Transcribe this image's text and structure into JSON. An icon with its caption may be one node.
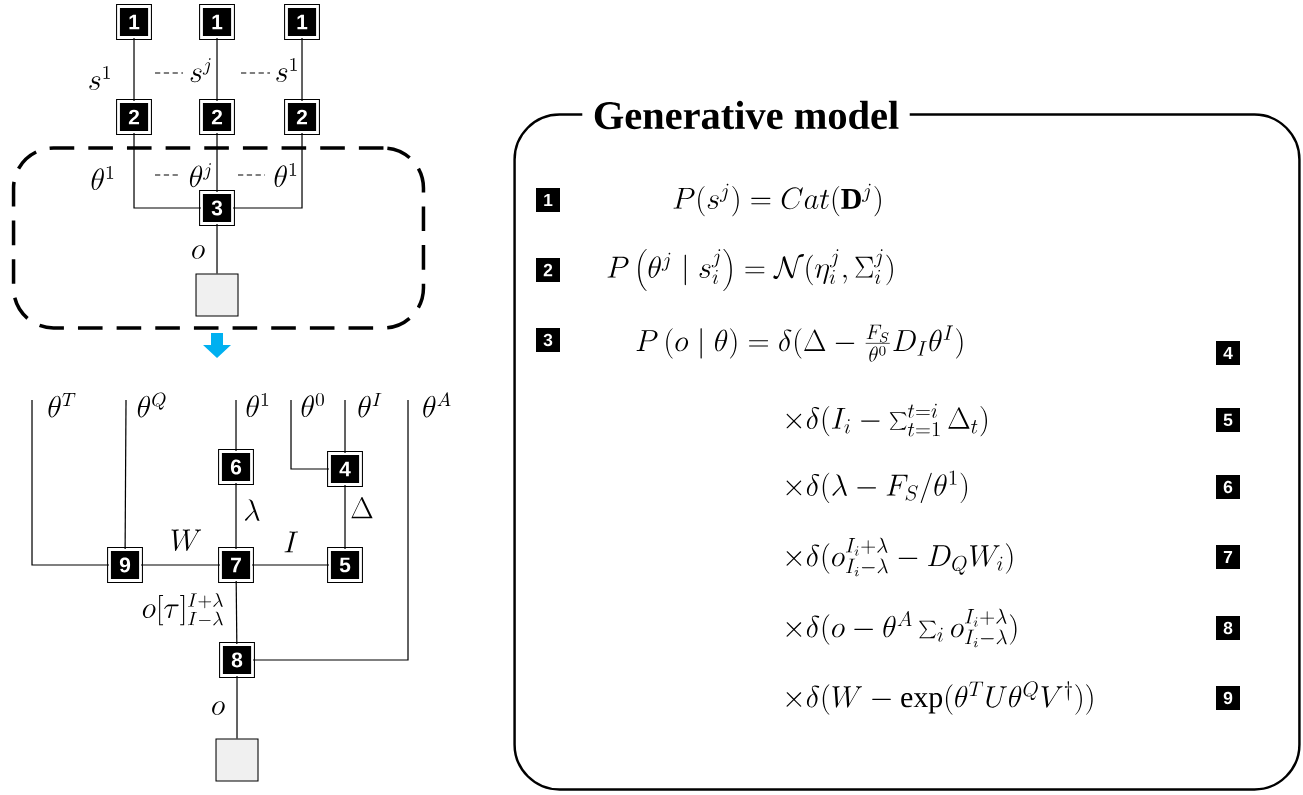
{
  "diagram": {
    "nodes": [
      {
        "text": [
          "1"
        ]
      },
      {
        "text": [
          "1"
        ]
      },
      {
        "text": [
          "1"
        ]
      },
      {
        "text": [
          "2"
        ]
      },
      {
        "text": [
          "2"
        ]
      },
      {
        "text": [
          "2"
        ]
      },
      {
        "text": [],
        "shape": "box"
      },
      {
        "text": [
          "3"
        ],
        "in": 6
      },
      {
        "text": [],
        "shape": "box",
        "in": 6
      },
      {
        "text": [
          "6"
        ]
      },
      {
        "text": [
          "4"
        ]
      },
      {
        "text": [
          "9"
        ]
      },
      {
        "text": [
          "7"
        ]
      },
      {
        "text": [
          "5"
        ]
      },
      {
        "text": [
          "8"
        ]
      },
      {
        "text": [],
        "shape": "box"
      },
      {
        "text": [
          "Generative model"
        ]
      },
      {
        "text": [
          "1"
        ],
        "in": 16
      },
      {
        "text": [
          "2"
        ],
        "in": 16
      },
      {
        "text": [
          "3"
        ],
        "in": 16
      },
      {
        "text": [
          "4"
        ],
        "in": 16
      },
      {
        "text": [
          "5"
        ],
        "in": 16
      },
      {
        "text": [
          "6"
        ],
        "in": 16
      },
      {
        "text": [
          "7"
        ],
        "in": 16
      },
      {
        "text": [
          "8"
        ],
        "in": 16
      },
      {
        "text": [
          "9"
        ],
        "in": 16
      }
    ],
    "edges": [
      {
        "from": 0,
        "to": 3,
        "arrow": "none",
        "label": "s^{1}"
      },
      {
        "from": 1,
        "to": 4,
        "arrow": "none",
        "label": "s^{j}"
      },
      {
        "from": 2,
        "to": 5,
        "arrow": "none",
        "label": "s^{1}"
      },
      {
        "from": 3,
        "to": 7,
        "arrow": "none",
        "label": "\\theta^{1}"
      },
      {
        "from": 4,
        "to": 7,
        "arrow": "none",
        "label": "\\theta^{j}"
      },
      {
        "from": 5,
        "to": 7,
        "arrow": "none",
        "label": "\\theta^{1}"
      },
      {
        "from": 7,
        "to": 8,
        "arrow": "none",
        "label": "o"
      },
      {
        "from": null,
        "to": 11,
        "arrow": "none",
        "label": "\\theta^{T}"
      },
      {
        "from": null,
        "to": 11,
        "arrow": "none",
        "label": "\\theta^{Q}"
      },
      {
        "from": null,
        "to": 9,
        "arrow": "none",
        "label": "\\theta^{1}"
      },
      {
        "from": null,
        "to": 10,
        "arrow": "none",
        "label": "\\theta^{0}"
      },
      {
        "from": null,
        "to": 10,
        "arrow": "none",
        "label": "\\theta^{I}"
      },
      {
        "from": null,
        "to": 14,
        "arrow": "none",
        "label": "\\theta^{A}"
      },
      {
        "from": 9,
        "to": 12,
        "arrow": "none",
        "label": "\\lambda"
      },
      {
        "from": 10,
        "to": 13,
        "arrow": "none",
        "label": "\\Delta"
      },
      {
        "from": 11,
        "to": 12,
        "arrow": "none",
        "label": "W"
      },
      {
        "from": 12,
        "to": 13,
        "arrow": "none",
        "label": "I"
      },
      {
        "from": 12,
        "to": 14,
        "arrow": "none",
        "label": "o[\\tau]_{I-\\lambda}^{I+\\lambda}"
      },
      {
        "from": 14,
        "to": 15,
        "arrow": "none",
        "label": "o"
      }
    ],
    "labels": [
      "P(s^{j}) = Cat(\\mathbf{D}^{j})",
      "P\\left(\\theta^{j} \\mid s_{i}^{j}\\right) = \\mathcal{N}(\\eta_{i}^{j},\\Sigma_{i}^{j})",
      "P\\left(o \\mid \\theta\\right) = \\delta(\\Delta - \\frac{F_S}{\\theta^{0}} D_I \\theta^{I})",
      "\\times\\delta(I_i - \\sum_{t=1}^{t=i} \\Delta_t)",
      "\\times\\delta(\\lambda - F_S / \\theta^{1})",
      "\\times\\delta(o_{I_i-\\lambda}^{I_i+\\lambda} - D_Q W_i)",
      "\\times\\delta(o - \\theta^{A} \\sum_i o_{I_i-\\lambda}^{I_i+\\lambda})",
      "\\times\\delta(W - \\exp(\\theta^{T} U \\theta^{Q} V^{\\dagger}))"
    ]
  }
}
